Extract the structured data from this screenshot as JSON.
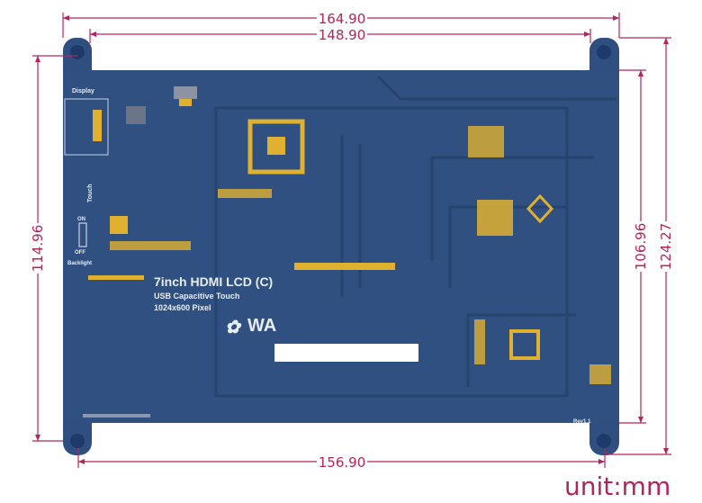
{
  "dimensions": {
    "overall_width": "164.90",
    "hole_spacing_width": "148.90",
    "bottom_width": "156.90",
    "left_height": "114.96",
    "board_height": "106.96",
    "overall_height": "124.27"
  },
  "unit_label": "unit:mm",
  "board": {
    "title": "7inch HDMI LCD (C)",
    "subtitle": "USB  Capacitive Touch",
    "resolution": "1024x600 Pixel",
    "label_display": "Display",
    "label_touch": "Touch",
    "label_on": "ON",
    "label_off": "OFF",
    "label_backlight": "Backlight",
    "revision": "Rev1.1",
    "logo_text": "WA",
    "colors": {
      "pcb": "#2f4f80",
      "pad": "#e0b030",
      "dimension": "#b3245c"
    }
  }
}
